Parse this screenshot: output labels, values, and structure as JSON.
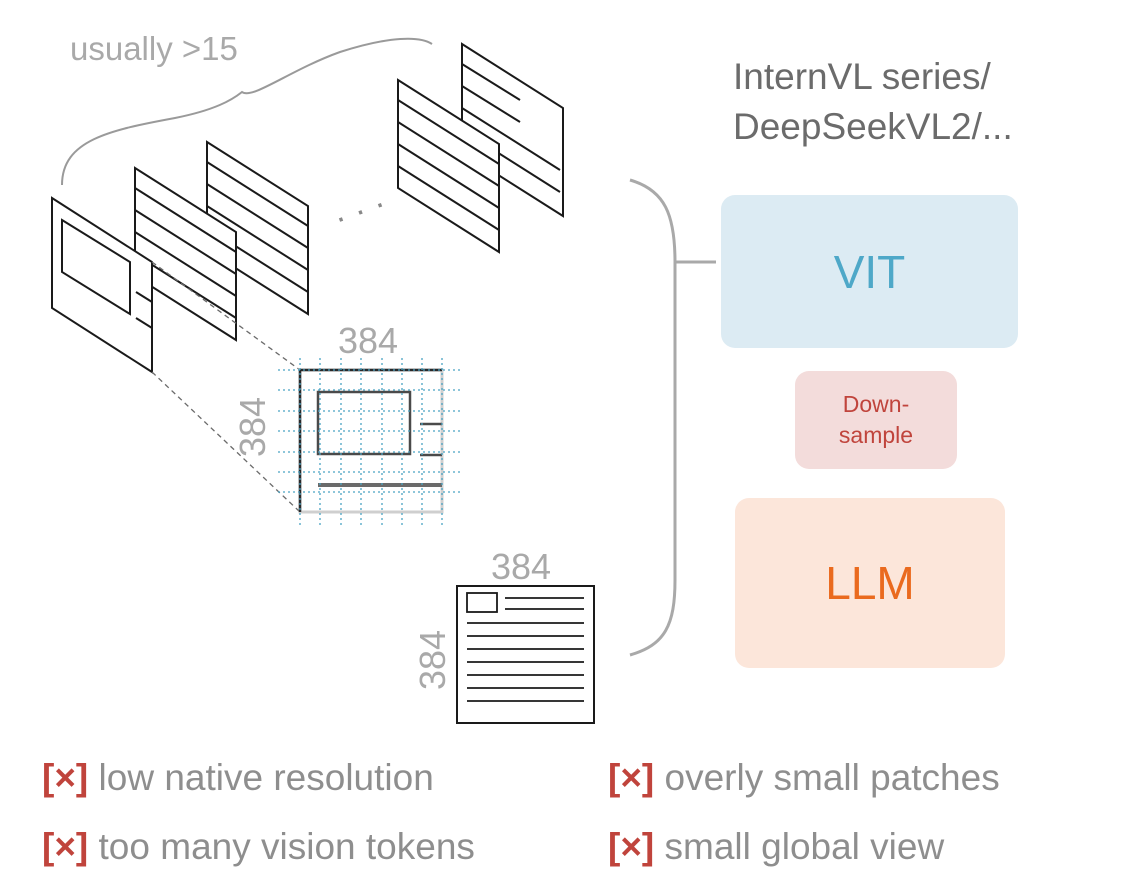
{
  "header": {
    "crop_count_label": "usually >15",
    "model_series": "InternVL series/ DeepSeekVL2/..."
  },
  "tile": {
    "width_label": "384",
    "height_label": "384",
    "ellipsis": "· · ·"
  },
  "global_view": {
    "width_label": "384",
    "height_label": "384"
  },
  "pipeline": {
    "vit_label": "VIT",
    "downsample_label": "Down-sample",
    "llm_label": "LLM"
  },
  "drawbacks": {
    "mark": "[×]",
    "items": [
      "low native resolution",
      "overly small patches",
      "too many vision tokens",
      "small global view"
    ]
  },
  "colors": {
    "vit_bg": "#dcebf3",
    "vit_text": "#4ea8c8",
    "downsample_bg": "#f3dcdb",
    "downsample_text": "#c0443c",
    "llm_bg": "#fce6da",
    "llm_text": "#ea6a1e",
    "grid_dots": "#4aa3c3"
  }
}
